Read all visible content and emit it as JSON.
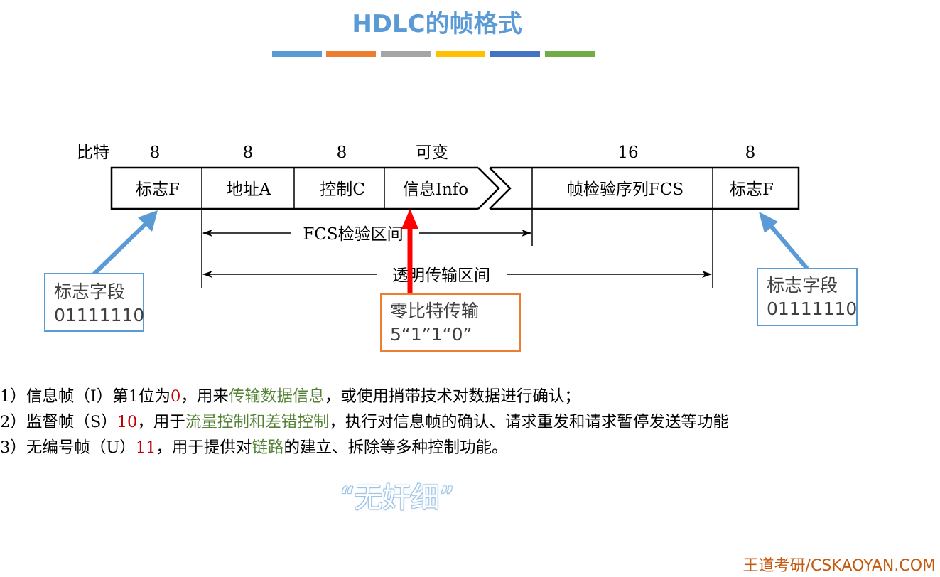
{
  "title": "HDLC的帧格式",
  "title_bar_colors": [
    "#5B9BD5",
    "#ED7D31",
    "#A5A5A5",
    "#FFC000",
    "#4472C4",
    "#70AD47"
  ],
  "frame": {
    "bits_label": "比特",
    "bit_counts": [
      "8",
      "8",
      "8",
      "可变",
      "16",
      "8"
    ],
    "fields": [
      "标志F",
      "地址A",
      "控制C",
      "信息Info",
      "帧检验序列FCS",
      "标志F"
    ],
    "fcs_range_label": "FCS检验区间",
    "transparent_range_label": "透明传输区间"
  },
  "callouts": {
    "left_flag": {
      "line1": "标志字段",
      "line2": "01111110",
      "color": "#5B9BD5"
    },
    "right_flag": {
      "line1": "标志字段",
      "line2": "01111110",
      "color": "#5B9BD5"
    },
    "zero_bit": {
      "line1": "零比特传输",
      "line2": "5“1”1“0”",
      "color": "#ED7D31"
    }
  },
  "frame_types": [
    {
      "prefix": "1）信息帧（I）第1位为",
      "code": "0",
      "mid": "，用来",
      "highlight": "传输数据信息",
      "suffix": "，或使用捎带技术对数据进行确认；"
    },
    {
      "prefix": "2）监督帧（S）",
      "code": "10",
      "mid": "，用于",
      "highlight": "流量控制和差错控制",
      "suffix": "，执行对信息帧的确认、请求重发和请求暂停发送等功能"
    },
    {
      "prefix": "3）无编号帧（U）",
      "code": "11",
      "mid": "，用于提供对",
      "highlight": "链路",
      "suffix": "的建立、拆除等多种控制功能。"
    }
  ],
  "slogan": "“无奸细”",
  "footer": "王道考研/CSKAOYAN.COM"
}
